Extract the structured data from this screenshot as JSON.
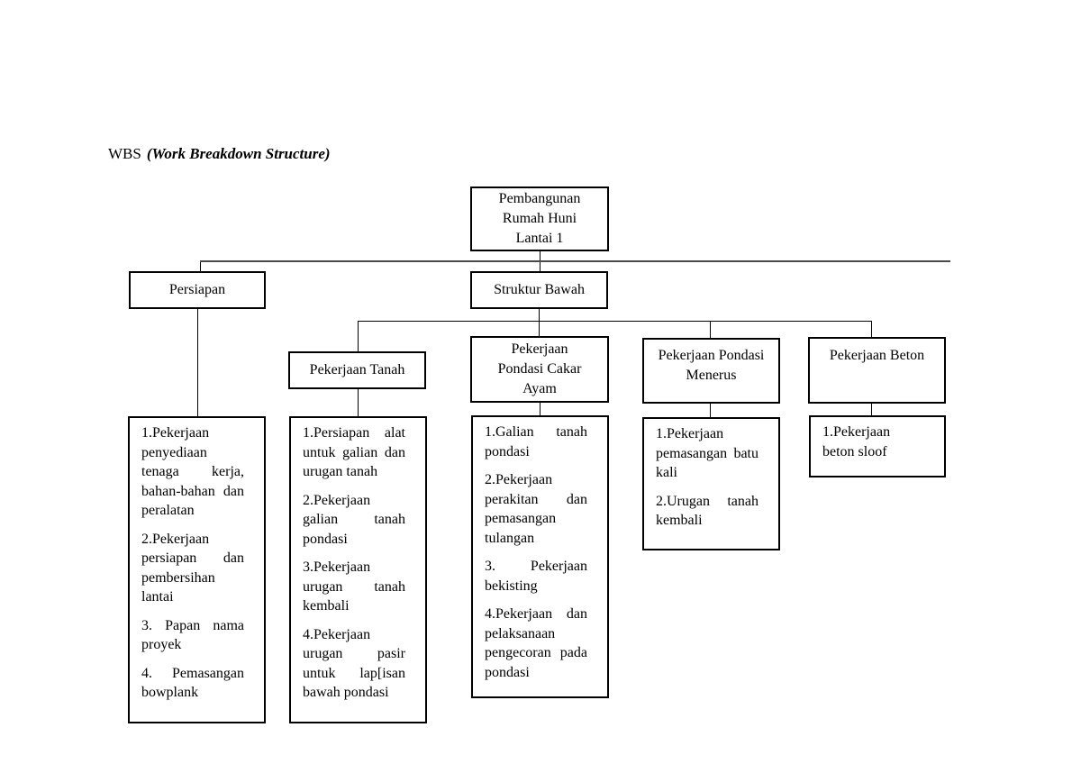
{
  "title": {
    "prefix": "WBS",
    "emphasis": "(Work Breakdown Structure)"
  },
  "colors": {
    "background": "#ffffff",
    "text": "#000000",
    "box_border": "#000000",
    "connector": "#000000",
    "long_connector": "#4a4a4a"
  },
  "tree": {
    "root": {
      "label": "Pembangunan Rumah Huni Lantai 1"
    },
    "branches": [
      {
        "label": "Persiapan"
      },
      {
        "label": "Struktur Bawah"
      }
    ],
    "sub_branches": [
      {
        "label": "Pekerjaan Tanah"
      },
      {
        "label": "Pekerjaan Pondasi Cakar Ayam"
      },
      {
        "label": "Pekerjaan Pondasi Menerus"
      },
      {
        "label": "Pekerjaan Beton"
      }
    ],
    "task_lists": {
      "persiapan": {
        "items": [
          "1.Pekerjaan penyediaan tenaga kerja, bahan-bahan dan peralatan",
          "2.Pekerjaan persiapan dan pembersihan lantai",
          "3. Papan nama proyek",
          "4. Pemasangan bowplank"
        ]
      },
      "pekerjaan_tanah": {
        "items": [
          "1.Persiapan alat untuk galian dan urugan tanah",
          "2.Pekerjaan galian tanah pondasi",
          "3.Pekerjaan urugan tanah kembali",
          "4.Pekerjaan urugan pasir untuk lap[isan bawah pondasi"
        ]
      },
      "pondasi_cakar_ayam": {
        "items": [
          "1.Galian tanah pondasi",
          "2.Pekerjaan perakitan dan pemasangan tulangan",
          "3. Pekerjaan bekisting",
          "4.Pekerjaan dan pelaksanaan pengecoran pada pondasi"
        ]
      },
      "pondasi_menerus": {
        "items": [
          "1.Pekerjaan pemasangan batu kali",
          "2.Urugan tanah kembali"
        ]
      },
      "pekerjaan_beton": {
        "items": [
          "1.Pekerjaan beton sloof"
        ]
      }
    }
  }
}
